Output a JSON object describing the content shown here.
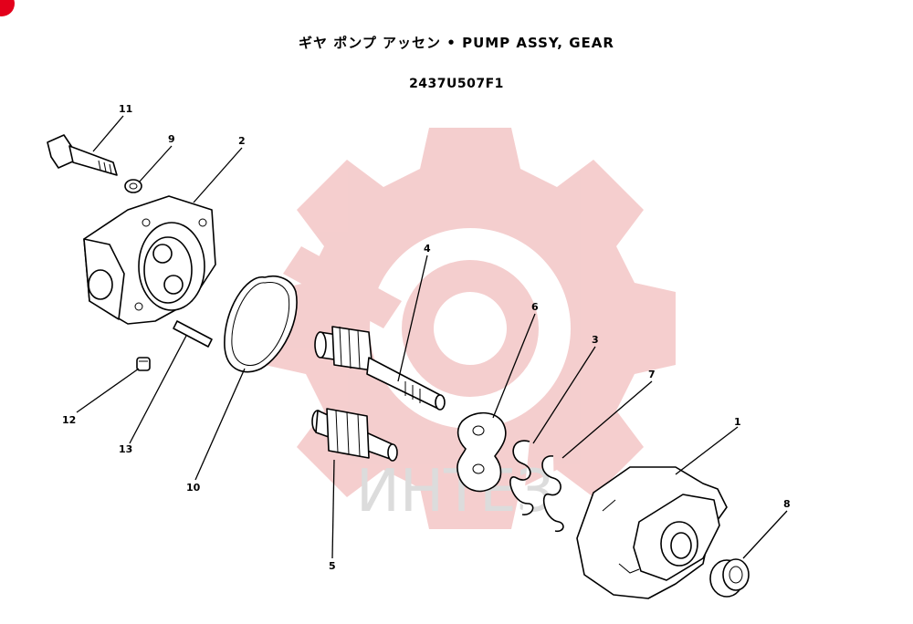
{
  "header": {
    "title": "ギヤ  ポンプ アッセン  •  PUMP ASSY, GEAR",
    "part_number": "2437U507F1"
  },
  "watermark": {
    "text": "ИНТЕЗ",
    "color": "#f3c6c6"
  },
  "callouts": {
    "c1": "1",
    "c2": "2",
    "c3": "3",
    "c4": "4",
    "c5": "5",
    "c6": "6",
    "c7": "7",
    "c8": "8",
    "c9": "9",
    "c10": "10",
    "c11": "11",
    "c12": "12",
    "c13": "13"
  }
}
